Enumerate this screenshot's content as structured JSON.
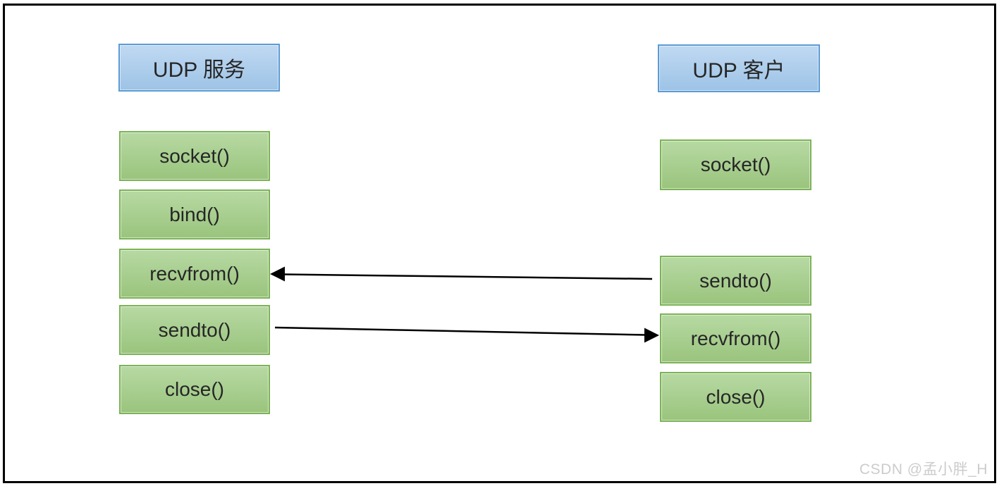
{
  "diagram": {
    "server": {
      "title": "UDP 服务",
      "functions": [
        "socket()",
        "bind()",
        "recvfrom()",
        "sendto()",
        "close()"
      ]
    },
    "client": {
      "title": "UDP 客户",
      "functions": [
        "socket()",
        "sendto()",
        "recvfrom()",
        "close()"
      ]
    },
    "arrows": [
      {
        "from": "client sendto()",
        "to": "server recvfrom()",
        "direction": "right-to-left"
      },
      {
        "from": "server sendto()",
        "to": "client recvfrom()",
        "direction": "left-to-right"
      }
    ]
  },
  "watermark": {
    "text": "CSDN @孟小胖_H"
  },
  "colors": {
    "header-fill-top": "#c0d9f2",
    "header-fill-bottom": "#9dc3e6",
    "header-border": "#5b9bd5",
    "fn-fill-top": "#b7d9a3",
    "fn-fill-bottom": "#9ac47d",
    "fn-border": "#7cb356",
    "arrow": "#000000",
    "text": "#262626",
    "watermark": "#cccccc",
    "frame": "#000000"
  }
}
